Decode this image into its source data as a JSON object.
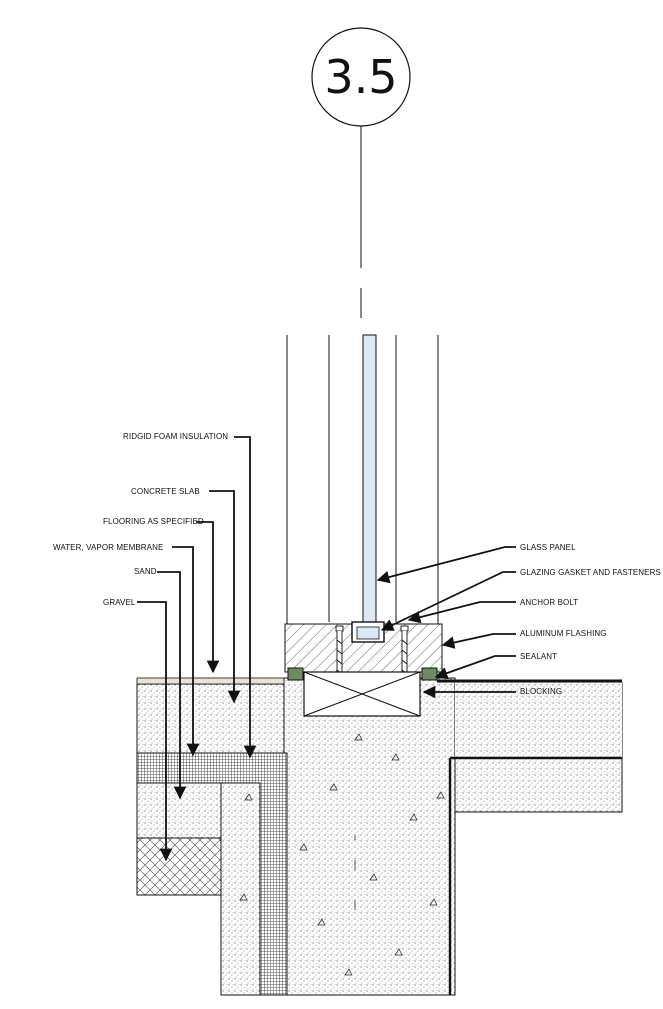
{
  "detail": {
    "number": "3.5"
  },
  "labels": {
    "ridgid_foam_insulation": "RIDGID FOAM INSULATION",
    "concrete_slab": "CONCRETE SLAB",
    "flooring_as_specified": "FLOORING AS SPECIFIED",
    "water_vapor_membrane": "WATER, VAPOR MEMBRANE",
    "sand": "SAND",
    "gravel": "GRAVEL",
    "glass_panel": "GLASS PANEL",
    "glazing_gasket_and_fasteners": "GLAZING GASKET AND FASTENERS",
    "anchor_bolt": "ANCHOR BOLT",
    "aluminum_flashing": "ALUMINUM FLASHING",
    "sealant": "SEALANT",
    "blocking": "BLOCKING"
  },
  "colors": {
    "line": "#111111",
    "glass": "#dde8f6",
    "sealant": "#6e8a63",
    "flooring": "#e9e2d6"
  }
}
